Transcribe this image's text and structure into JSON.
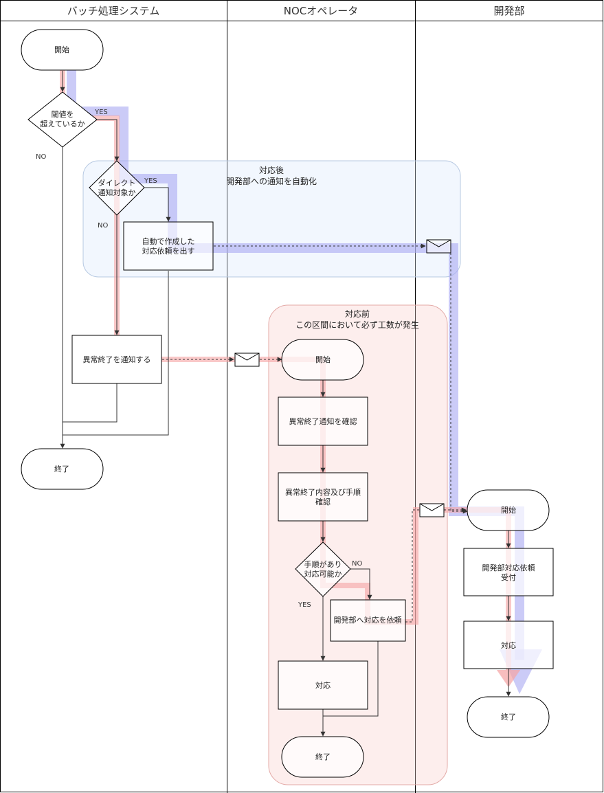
{
  "lanes": [
    "バッチ処理システム",
    "NOCオペレータ",
    "開発部"
  ],
  "groups": {
    "after": {
      "line1": "対応後",
      "line2": "開発部への通知を自動化"
    },
    "before": {
      "line1": "対応前",
      "line2": "この区間において必ず工数が発生"
    }
  },
  "batch": {
    "start": "開始",
    "threshold_line1": "閾値を",
    "threshold_line2": "超えているか",
    "direct_line1": "ダイレクト",
    "direct_line2": "通知対象か",
    "auto_line1": "自動で作成した",
    "auto_line2": "対応依頼を出す",
    "notify": "異常終了を通知する",
    "end": "終了"
  },
  "noc": {
    "start": "開始",
    "check_notice": "異常終了通知を確認",
    "check_detail_line1": "異常終了内容及び手順",
    "check_detail_line2": "確認",
    "decide_line1": "手順があり",
    "decide_line2": "対応可能か",
    "request_dev": "開発部へ対応を依頼",
    "handle": "対応",
    "end": "終了"
  },
  "dev": {
    "start": "開始",
    "receive_line1": "開発部対応依頼",
    "receive_line2": "受付",
    "handle": "対応",
    "end": "終了"
  },
  "labels": {
    "yes": "YES",
    "no": "NO"
  },
  "colors": {
    "red_path": "#f5a3a3",
    "blue_path": "#a8a8f2",
    "after_fill": "#dae8fc",
    "before_fill": "#f8cecc"
  }
}
